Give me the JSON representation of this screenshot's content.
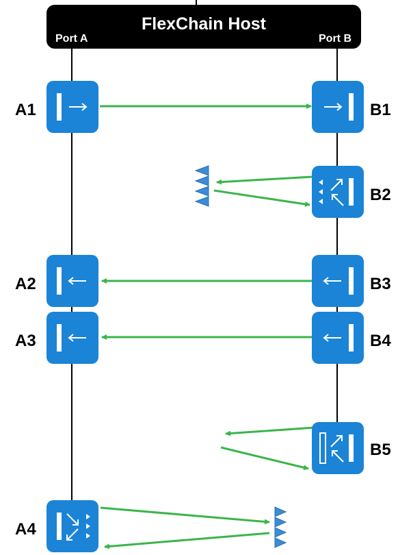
{
  "host": {
    "title": "FlexChain Host",
    "port_a": "Port A",
    "port_b": "Port B"
  },
  "colors": {
    "node": "#1b84d6",
    "link": "#3ab54a",
    "host": "#000000",
    "tap": "#3b8bd6"
  },
  "nodes": {
    "A1": {
      "label": "A1",
      "icon": "arrow-right-out-icon"
    },
    "A2": {
      "label": "A2",
      "icon": "arrow-left-in-icon"
    },
    "A3": {
      "label": "A3",
      "icon": "arrow-left-in-icon"
    },
    "A4": {
      "label": "A4",
      "icon": "split-out-icon"
    },
    "B1": {
      "label": "B1",
      "icon": "arrow-right-in-icon"
    },
    "B2": {
      "label": "B2",
      "icon": "split-in-icon"
    },
    "B3": {
      "label": "B3",
      "icon": "arrow-left-out-icon"
    },
    "B4": {
      "label": "B4",
      "icon": "arrow-left-out-icon"
    },
    "B5": {
      "label": "B5",
      "icon": "split-in-icon"
    }
  }
}
